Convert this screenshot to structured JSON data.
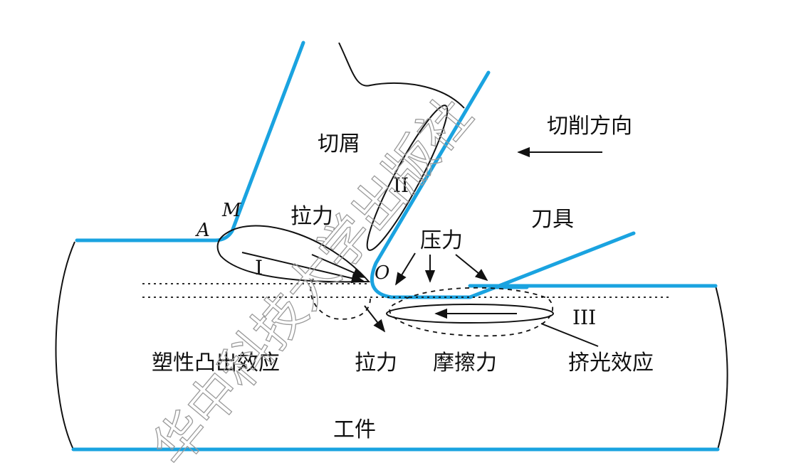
{
  "labels": {
    "chip": "切屑",
    "cutting_direction": "切削方向",
    "tool": "刀具",
    "tension_top": "拉力",
    "pressure": "压力",
    "plastic_bulge": "塑性凸出效应",
    "tension_bottom": "拉力",
    "friction": "摩擦力",
    "burnishing": "挤光效应",
    "workpiece": "工件",
    "zone_1": "I",
    "zone_2": "II",
    "zone_3": "III",
    "point_A": "A",
    "point_M": "M",
    "point_O": "O"
  },
  "watermark": "华中科技大学出版社",
  "colors": {
    "tool_and_surface": "#1aa3e0",
    "lines": "#111111"
  }
}
